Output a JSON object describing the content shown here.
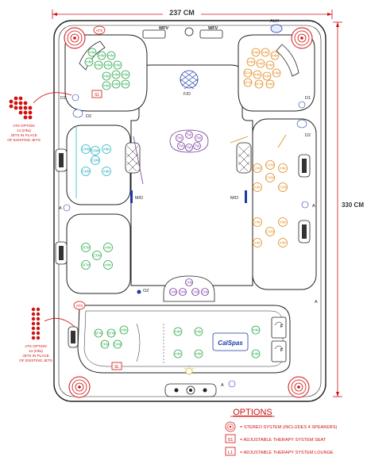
{
  "dimensions": {
    "width": "237 CM",
    "height": "330 CM"
  },
  "labels": {
    "aux": "AUX",
    "wfv_left": "WFV",
    "wfv_right": "WFV",
    "fd": "F/D",
    "md_left": "M/D",
    "md_right": "M/D",
    "oz": "OZ",
    "d1_left": "D1",
    "d2_left": "D2",
    "d1_right": "D1",
    "d2_right": "D2",
    "a_left": "A",
    "a_right": "A",
    "a_right_lower": "A",
    "a_bottom": "A",
    "ats_top": "ATS",
    "ats_lower": "ATS",
    "s1_seat": "S1",
    "l1_seat": "SL",
    "f_upper": "F",
    "f_lower": "F",
    "logo": "CalSpas"
  },
  "notes": {
    "ats_option_top": [
      "ATS OPTION",
      "14 (mfw)",
      "JETS IN PLACE",
      "OF EXISTING JETS"
    ],
    "ats_option_bottom": [
      "ATS OPTION",
      "14 (mfw)",
      "JETS IN PLACE",
      "OF EXISTING JETS"
    ]
  },
  "jets": {
    "mfw": "mfw",
    "cxw": "CXW",
    "sfw": "SFW",
    "tw": "TW",
    "fw": "FW"
  },
  "options": {
    "title": "OPTIONS",
    "items": [
      {
        "code": "stereo",
        "text": "= STEREO SYSTEM (INCLUDES 4 SPEAKERS)"
      },
      {
        "code": "S1",
        "text": "= ADJUSTABLE THERAPY SYSTEM SEAT"
      },
      {
        "code": "L1",
        "text": "= ADJUSTABLE THERAPY SYSTEM LOUNGE"
      }
    ]
  },
  "colors": {
    "outline": "#222222",
    "dimension_red": "#d01010",
    "jet_green": "#2aa84a",
    "jet_orange": "#e08a1e",
    "jet_cyan": "#22b8c8",
    "jet_purple": "#7a3aa0",
    "accent_blue": "#1a3aa8"
  }
}
